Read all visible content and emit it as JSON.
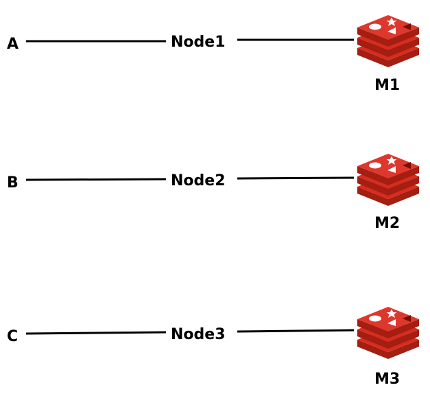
{
  "rows": [
    {
      "client": "A",
      "node": "Node1",
      "server": "M1",
      "server_icon": "redis-icon"
    },
    {
      "client": "B",
      "node": "Node2",
      "server": "M2",
      "server_icon": "redis-icon"
    },
    {
      "client": "C",
      "node": "Node3",
      "server": "M3",
      "server_icon": "redis-icon"
    }
  ],
  "colors": {
    "line": "#000000",
    "text": "#000000",
    "redis_light": "#d82c20",
    "redis_dark": "#a41e11",
    "redis_mid": "#c6302b"
  }
}
